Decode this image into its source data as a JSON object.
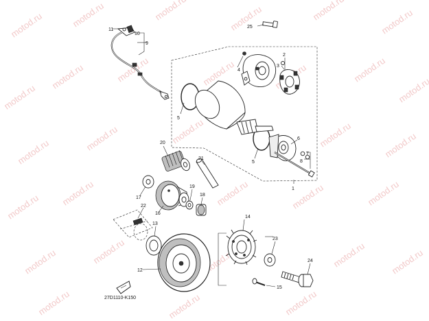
{
  "watermark": {
    "text": "motod.ru",
    "color": "#f2c9c9"
  },
  "drawing_code": "27D1110-K150",
  "callouts": {
    "c1": "1",
    "c2": "2",
    "c3": "3",
    "c4": "4",
    "c5a": "5",
    "c5b": "5",
    "c6": "6",
    "c7": "7",
    "c8": "8",
    "c9": "9",
    "c10": "10",
    "c11": "11",
    "c12": "12",
    "c13": "13",
    "c14": "14",
    "c15": "15",
    "c16": "16",
    "c17": "17",
    "c18": "18",
    "c19": "19",
    "c20": "20",
    "c21": "21",
    "c22": "22",
    "c23": "23",
    "c24": "24",
    "c25": "25"
  },
  "icons": {
    "front_arrow": "front-direction-icon"
  }
}
